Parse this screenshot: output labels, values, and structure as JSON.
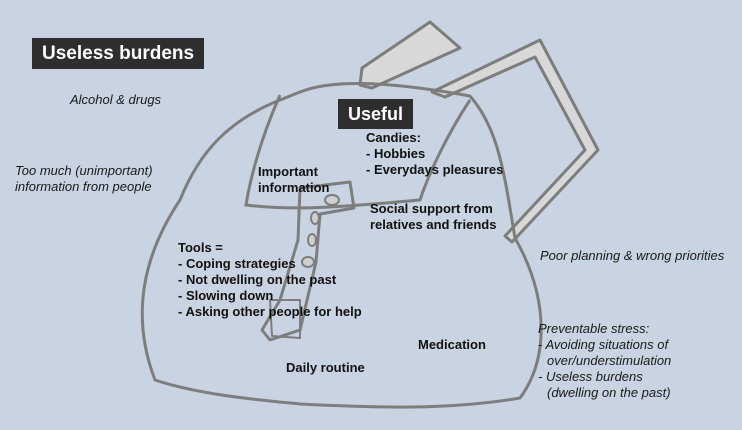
{
  "headings": {
    "useless": "Useless burdens",
    "useful": "Useful"
  },
  "outside_left": {
    "alcohol": "Alcohol & drugs",
    "too_much": [
      "Too much (unimportant)",
      "information from people"
    ]
  },
  "outside_right": {
    "poor_planning": "Poor planning & wrong priorities",
    "preventable": {
      "title": "Preventable stress:",
      "lines": [
        "- Avoiding situations of",
        "  over/understimulation",
        "- Useless burdens",
        "  (dwelling on the past)"
      ]
    }
  },
  "inside": {
    "candies": {
      "title": "Candies:",
      "items": [
        "- Hobbies",
        "- Everydays pleasures"
      ]
    },
    "important": [
      "Important",
      "information"
    ],
    "social": [
      "Social support from",
      "relatives and friends"
    ],
    "tools": {
      "title": "Tools =",
      "items": [
        "- Coping strategies",
        "- Not dwelling on the past",
        "- Slowing down",
        "- Asking other people for help"
      ]
    },
    "medication": "Medication",
    "daily_routine": "Daily routine"
  },
  "colors": {
    "background": "#c9d3e1",
    "bag_outline": "#7d7d7d",
    "strap_fill": "#d8d8d8",
    "heading_bg": "#2e2e2e",
    "heading_text": "#ffffff"
  },
  "icons": [
    "backpack-outline"
  ]
}
